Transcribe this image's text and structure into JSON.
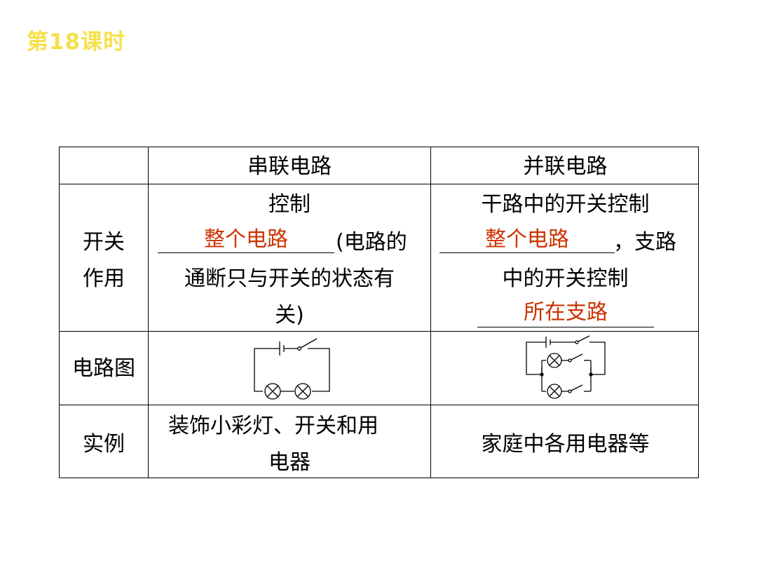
{
  "lesson": {
    "title": "第18课时"
  },
  "table": {
    "headers": {
      "corner": "",
      "series": "串联电路",
      "parallel": "并联电路"
    },
    "switch_row": {
      "label_line1": "开关",
      "label_line2": "作用",
      "series": {
        "line1": "控制",
        "answer": "整个电路",
        "line2_suffix": "(电路的",
        "line3": "通断只与开关的状态有",
        "line4": "关)"
      },
      "parallel": {
        "line1": "干路中的开关控制",
        "answer1": "整个电路",
        "line2_suffix": "，支路",
        "line3": "中的开关控制",
        "answer2": "所在支路"
      }
    },
    "diagram_row": {
      "label": "电路图"
    },
    "example_row": {
      "label": "实例",
      "series_line1": "装饰小彩灯、开关和用",
      "series_line2": "电器",
      "parallel": "家庭中各用电器等"
    }
  }
}
